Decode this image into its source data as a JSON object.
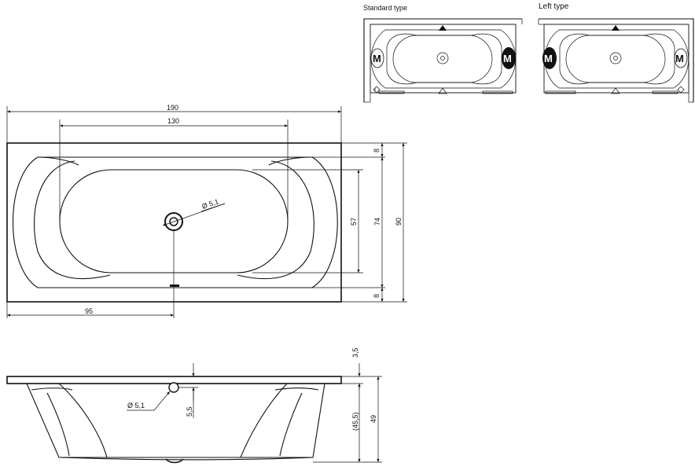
{
  "variants": {
    "standard": {
      "title": "Standard type",
      "motor_label": "M"
    },
    "left": {
      "title": "Left type",
      "motor_label": "M"
    }
  },
  "plan_view": {
    "dims": {
      "overall_length": "190",
      "inner_length": "130",
      "rim_top": "8",
      "inner_width": "57",
      "basin_width": "74",
      "overall_width": "90",
      "rim_bottom": "8",
      "drain_offset": "95",
      "drain_diameter": "Ø 5,1"
    }
  },
  "side_view": {
    "dims": {
      "rim_thickness": "3,5",
      "overflow_height": "5,5",
      "inner_depth": "(45,5)",
      "total_height": "49",
      "overflow_diameter": "Ø 5,1"
    }
  }
}
